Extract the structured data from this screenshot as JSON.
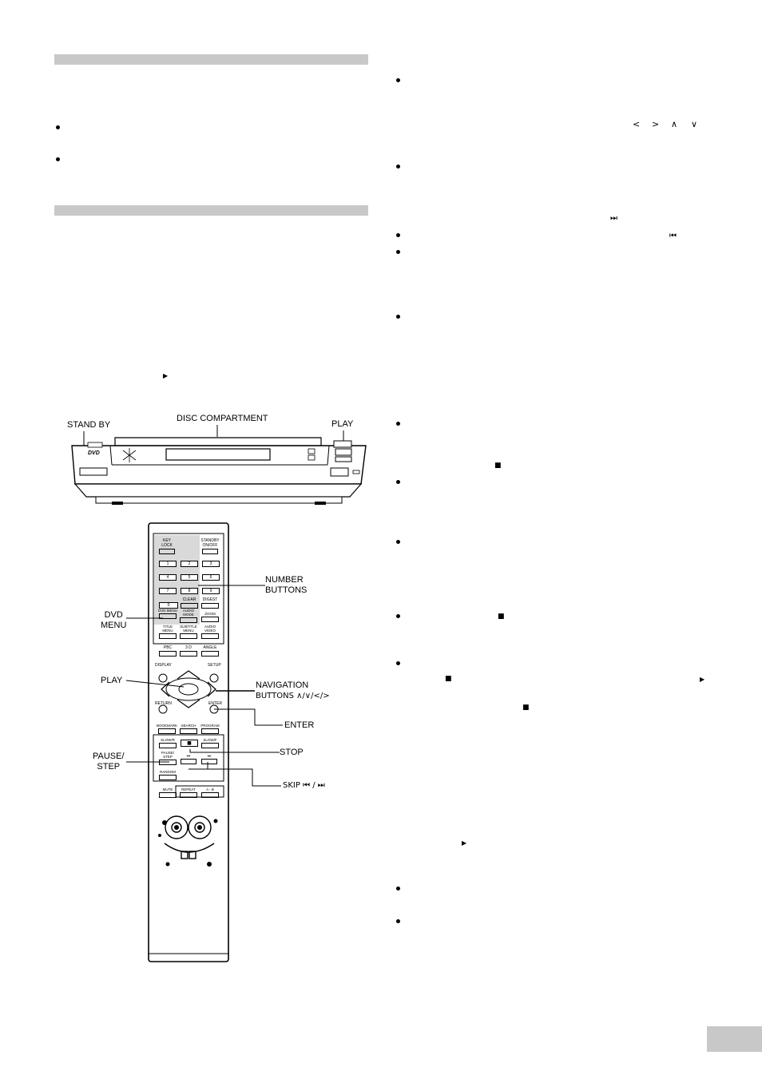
{
  "glyphs": {
    "play": "▶",
    "stop": "■",
    "skip_next": "⏭",
    "skip_prev": "⏮",
    "left": "<",
    "right": ">",
    "up": "∧",
    "down": "∨"
  },
  "player_figure": {
    "stand_by": "STAND BY",
    "disc_compartment": "DISC COMPARTMENT",
    "play": "PLAY",
    "dvd_logo": "DVD"
  },
  "remote_figure": {
    "callouts": {
      "number_buttons": [
        "NUMBER",
        "BUTTONS"
      ],
      "dvd_menu": [
        "DVD",
        "MENU"
      ],
      "play": "PLAY",
      "navigation_buttons": [
        "NAVIGATION",
        "BUTTONS ∧/∨/</>"
      ],
      "enter": "ENTER",
      "pause_step": [
        "PAUSE/",
        "STEP"
      ],
      "stop": "STOP",
      "skip": "SKIP ⏮ / ⏭"
    },
    "buttons": {
      "key_lock": "KEY LOCK",
      "standby": "STANDBY ON/OFF",
      "digits": [
        "1",
        "2",
        "3",
        "4",
        "5",
        "6",
        "7",
        "8",
        "9",
        "0"
      ],
      "clear": "CLEAR",
      "digest": "DIGEST",
      "dvd_menu": "DVD MENU",
      "audio_mode": "AUDIO MODE",
      "zoom": "ZOOM",
      "title_menu": "TITLE MENU",
      "subtitle_menu": "SUBTITLE MENU",
      "audio_video": "AUDIO VIDEO",
      "pbc": "PBC",
      "three_d": "3 D",
      "angle": "ANGLE",
      "display": "DISPLAY",
      "setup": "SETUP",
      "return": "RETURN",
      "enter": "ENTER",
      "bookmark": "BOOKMARK",
      "search": "SEARCH",
      "program": "PROGRAM",
      "slow_rev": "SLOW/R",
      "slow_fwd": "SLOW/F",
      "pause_step": "PAUSE/ STEP",
      "random": "RANDOM",
      "mute": "MUTE",
      "repeat": "REPEAT",
      "a_b": "A - B"
    }
  }
}
